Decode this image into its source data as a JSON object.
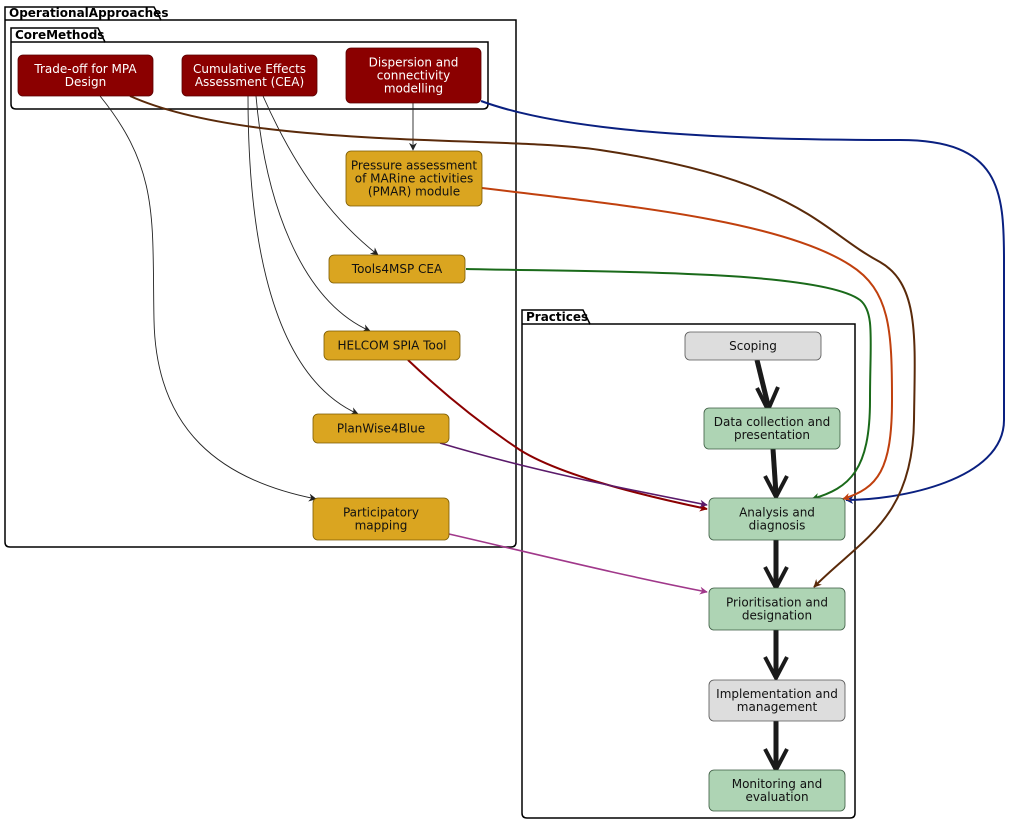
{
  "packages": {
    "operational": "OperationalApproaches",
    "core": "CoreMethods",
    "practices": "Practices"
  },
  "nodes": {
    "tradeoff": {
      "lines": [
        "Trade-off for MPA",
        "Design"
      ],
      "style": "method"
    },
    "cea": {
      "lines": [
        "Cumulative Effects",
        "Assessment (CEA)"
      ],
      "style": "method"
    },
    "dispersion": {
      "lines": [
        "Dispersion and",
        "connectivity",
        "modelling"
      ],
      "style": "method"
    },
    "pmar": {
      "lines": [
        "Pressure assessment",
        "of MARine activities",
        "(PMAR) module"
      ],
      "style": "tool"
    },
    "tools4msp": {
      "lines": [
        "Tools4MSP CEA"
      ],
      "style": "tool"
    },
    "helcom": {
      "lines": [
        "HELCOM SPIA Tool"
      ],
      "style": "tool"
    },
    "planwise": {
      "lines": [
        "PlanWise4Blue"
      ],
      "style": "tool"
    },
    "participatory": {
      "lines": [
        "Participatory",
        "mapping"
      ],
      "style": "tool"
    },
    "scoping": {
      "lines": [
        "Scoping"
      ],
      "style": "practice-grey"
    },
    "datacollection": {
      "lines": [
        "Data collection and",
        "presentation"
      ],
      "style": "practice-green"
    },
    "analysis": {
      "lines": [
        "Analysis and",
        "diagnosis"
      ],
      "style": "practice-green"
    },
    "prioritisation": {
      "lines": [
        "Prioritisation and",
        "designation"
      ],
      "style": "practice-green"
    },
    "implementation": {
      "lines": [
        "Implementation and",
        "management"
      ],
      "style": "practice-grey"
    },
    "monitoring": {
      "lines": [
        "Monitoring and",
        "evaluation"
      ],
      "style": "practice-green"
    }
  },
  "edges": [
    {
      "from": "dispersion",
      "to": "pmar",
      "color": "#222222"
    },
    {
      "from": "cea",
      "to": "tools4msp",
      "color": "#222222"
    },
    {
      "from": "cea",
      "to": "helcom",
      "color": "#222222"
    },
    {
      "from": "cea",
      "to": "planwise",
      "color": "#222222"
    },
    {
      "from": "tradeoff",
      "to": "participatory",
      "color": "#222222"
    },
    {
      "from": "dispersion",
      "to": "analysis",
      "color": "#0a2080"
    },
    {
      "from": "tradeoff",
      "to": "prioritisation",
      "color": "#5a2a0a"
    },
    {
      "from": "pmar",
      "to": "analysis",
      "color": "#c0400e"
    },
    {
      "from": "tools4msp",
      "to": "analysis",
      "color": "#1a6a1a"
    },
    {
      "from": "helcom",
      "to": "analysis",
      "color": "#8b0000"
    },
    {
      "from": "planwise",
      "to": "analysis",
      "color": "#5a1a6a"
    },
    {
      "from": "participatory",
      "to": "prioritisation",
      "color": "#a0388a"
    },
    {
      "from": "scoping",
      "to": "datacollection",
      "color": "#1a1a1a"
    },
    {
      "from": "datacollection",
      "to": "analysis",
      "color": "#1a1a1a"
    },
    {
      "from": "analysis",
      "to": "prioritisation",
      "color": "#1a1a1a"
    },
    {
      "from": "prioritisation",
      "to": "implementation",
      "color": "#1a1a1a"
    },
    {
      "from": "implementation",
      "to": "monitoring",
      "color": "#1a1a1a"
    }
  ],
  "colors": {
    "method_fill": "#8b0000",
    "method_text": "#ffffff",
    "tool_fill": "#daa520",
    "practice_green": "#aed4b4",
    "practice_grey": "#dddddd"
  }
}
